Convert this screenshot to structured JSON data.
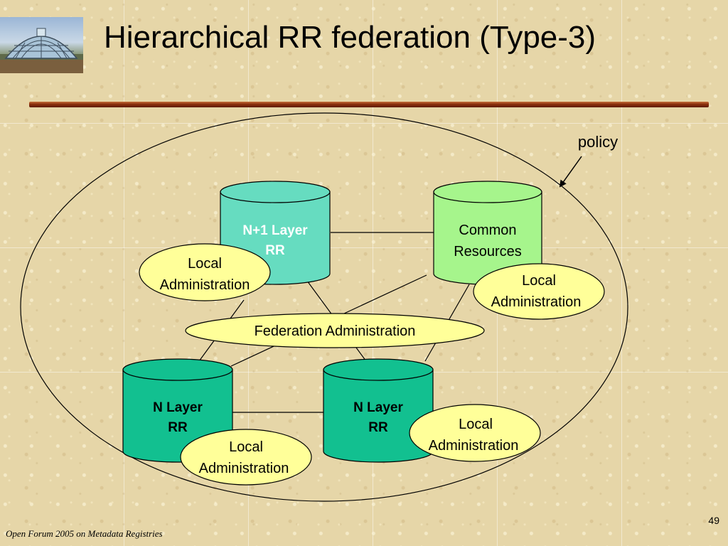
{
  "slide": {
    "title": "Hierarchical RR federation (Type-3)",
    "footer": "Open Forum 2005 on Metadata Registries",
    "page_number": "49"
  },
  "diagram": {
    "policy_label": "policy",
    "federation_admin": "Federation Administration",
    "nodes": {
      "n1_rr": {
        "line1": "N+1 Layer",
        "line2": "RR",
        "fill": "#66dcc0"
      },
      "common": {
        "line1": "Common",
        "line2": "Resources",
        "fill": "#a6f58c"
      },
      "n_left": {
        "line1": "N Layer",
        "line2": "RR",
        "fill": "#12c090"
      },
      "n_right": {
        "line1": "N Layer",
        "line2": "RR",
        "fill": "#12c090"
      }
    },
    "local_admin": [
      {
        "line1": "Local",
        "line2": "Administration"
      },
      {
        "line1": "Local",
        "line2": "Administration"
      },
      {
        "line1": "Local",
        "line2": "Administration"
      },
      {
        "line1": "Local",
        "line2": "Administration"
      }
    ],
    "admin_fill": "#ffff99"
  },
  "icons": {
    "logo": "glass-dome-photo"
  }
}
